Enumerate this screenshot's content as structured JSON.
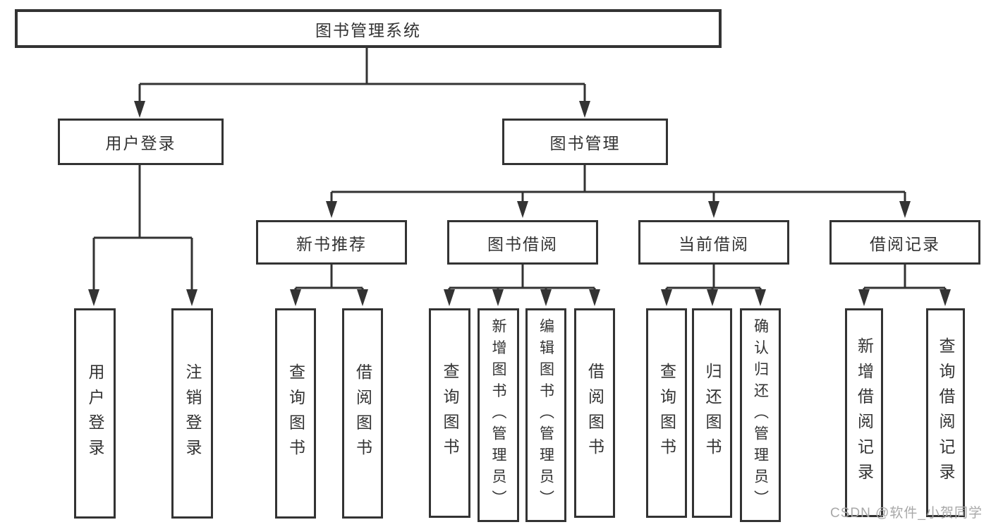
{
  "tree": {
    "label": "图书管理系统",
    "children": [
      {
        "label": "用户登录",
        "children": [
          {
            "label": "用户登录"
          },
          {
            "label": "注销登录"
          }
        ]
      },
      {
        "label": "图书管理",
        "children": [
          {
            "label": "新书推荐",
            "children": [
              {
                "label": "查询图书"
              },
              {
                "label": "借阅图书"
              }
            ]
          },
          {
            "label": "图书借阅",
            "children": [
              {
                "label": "查询图书"
              },
              {
                "label": "新增图书（管理员）"
              },
              {
                "label": "编辑图书（管理员）"
              },
              {
                "label": "借阅图书"
              }
            ]
          },
          {
            "label": "当前借阅",
            "children": [
              {
                "label": "查询图书"
              },
              {
                "label": "归还图书"
              },
              {
                "label": "确认归还（管理员）"
              }
            ]
          },
          {
            "label": "借阅记录",
            "children": [
              {
                "label": "新增借阅记录"
              },
              {
                "label": "查询借阅记录"
              }
            ]
          }
        ]
      }
    ]
  },
  "watermark": "CSDN @软件_小贺同学",
  "colors": {
    "line": "#333333",
    "text": "#333333",
    "box_fill": "#ffffff",
    "watermark": "#a8a8a8"
  }
}
